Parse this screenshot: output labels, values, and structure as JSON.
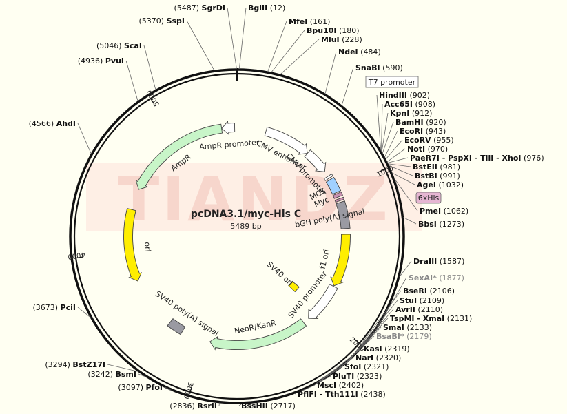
{
  "plasmid": {
    "name": "pcDNA3.1/myc-His C",
    "size_label": "5489 bp",
    "total_bp": 5489,
    "watermark": "TIANDZ"
  },
  "colors": {
    "green": "#c8f5c8",
    "yellow": "#ffee00",
    "white": "#ffffff",
    "gray": "#9a9aa2",
    "blue": "#a0d0ff",
    "pink": "#c890b0"
  },
  "ticks": [
    {
      "bp": 1000,
      "label": "1000"
    },
    {
      "bp": 2000,
      "label": "2000"
    },
    {
      "bp": 3000,
      "label": "3000"
    },
    {
      "bp": 4000,
      "label": "4000"
    },
    {
      "bp": 5000,
      "label": "5000"
    }
  ],
  "features": [
    {
      "id": "cmv-enhancer",
      "label": "CMV enhancer",
      "kind": "arrow",
      "start": 235,
      "end": 614,
      "strand": 1,
      "color": "white",
      "r": 158
    },
    {
      "id": "cmv-promoter",
      "label": "CMV promoter",
      "kind": "arrow",
      "start": 615,
      "end": 818,
      "strand": 1,
      "color": "white",
      "r": 158
    },
    {
      "id": "t7-promoter",
      "label": "T7 promoter",
      "kind": "box",
      "start": 863,
      "end": 881,
      "strand": 1,
      "color": "white",
      "r": 158
    },
    {
      "id": "mcs",
      "label": "MCS",
      "kind": "box",
      "start": 895,
      "end": 1010,
      "strand": 0,
      "color": "blue",
      "r": 158
    },
    {
      "id": "myc",
      "label": "Myc",
      "kind": "box",
      "start": 1020,
      "end": 1049,
      "strand": 1,
      "color": "pink",
      "r": 158
    },
    {
      "id": "his",
      "label": "6xHis",
      "kind": "box",
      "start": 1065,
      "end": 1082,
      "strand": 1,
      "color": "pink",
      "r": 158
    },
    {
      "id": "bgh",
      "label": "bGH poly(A) signal",
      "kind": "box",
      "start": 1095,
      "end": 1310,
      "strand": 0,
      "color": "gray",
      "r": 158
    },
    {
      "id": "f1-ori",
      "label": "f1 ori",
      "kind": "arrow",
      "start": 1356,
      "end": 1784,
      "strand": 1,
      "color": "yellow",
      "r": 158
    },
    {
      "id": "sv40-promoter",
      "label": "SV40 promoter",
      "kind": "arrow",
      "start": 1790,
      "end": 2119,
      "strand": 1,
      "color": "white",
      "r": 158
    },
    {
      "id": "sv40-ori",
      "label": "SV40 ori",
      "kind": "box",
      "start": 1970,
      "end": 2039,
      "strand": 0,
      "color": "yellow",
      "r": 110
    },
    {
      "id": "neor",
      "label": "NeoR/KanR",
      "kind": "arrow",
      "start": 2170,
      "end": 2964,
      "strand": 1,
      "color": "green",
      "r": 158
    },
    {
      "id": "sv40-polya",
      "label": "SV40 poly(A) signal",
      "kind": "box",
      "start": 3200,
      "end": 3322,
      "strand": 0,
      "color": "gray",
      "r": 158
    },
    {
      "id": "ori",
      "label": "ori",
      "kind": "arrow",
      "start": 3746,
      "end": 4334,
      "strand": -1,
      "color": "yellow",
      "r": 158
    },
    {
      "id": "ampr",
      "label": "AmpR",
      "kind": "arrow",
      "start": 4505,
      "end": 5365,
      "strand": -1,
      "color": "green",
      "r": 158
    },
    {
      "id": "ampr-promoter",
      "label": "AmpR promoter",
      "kind": "arrow",
      "start": 5366,
      "end": 5470,
      "strand": -1,
      "color": "white",
      "r": 158
    }
  ],
  "sites": [
    {
      "name": "SgrDI",
      "pos": "5487",
      "gray": false
    },
    {
      "name": "BglII",
      "pos": "12",
      "gray": false
    },
    {
      "name": "MfeI",
      "pos": "161",
      "gray": false
    },
    {
      "name": "Bpu10I",
      "pos": "180",
      "gray": false
    },
    {
      "name": "MluI",
      "pos": "228",
      "gray": false
    },
    {
      "name": "NdeI",
      "pos": "484",
      "gray": false
    },
    {
      "name": "SnaBI",
      "pos": "590",
      "gray": false
    },
    {
      "name": "HindIII",
      "pos": "902",
      "gray": false
    },
    {
      "name": "Acc65I",
      "pos": "908",
      "gray": false
    },
    {
      "name": "KpnI",
      "pos": "912",
      "gray": false
    },
    {
      "name": "BamHI",
      "pos": "920",
      "gray": false
    },
    {
      "name": "EcoRI",
      "pos": "943",
      "gray": false
    },
    {
      "name": "EcoRV",
      "pos": "955",
      "gray": false
    },
    {
      "name": "NotI",
      "pos": "970",
      "gray": false
    },
    {
      "name": "PaeR7I - PspXI - TliI - XhoI",
      "pos": "976",
      "gray": false
    },
    {
      "name": "BstEII",
      "pos": "981",
      "gray": false
    },
    {
      "name": "BstBI",
      "pos": "991",
      "gray": false
    },
    {
      "name": "AgeI",
      "pos": "1032",
      "gray": false
    },
    {
      "name": "PmeI",
      "pos": "1062",
      "gray": false
    },
    {
      "name": "BbsI",
      "pos": "1273",
      "gray": false
    },
    {
      "name": "DraIII",
      "pos": "1587",
      "gray": false
    },
    {
      "name": "SexAI*",
      "pos": "1877",
      "gray": true
    },
    {
      "name": "BseRI",
      "pos": "2106",
      "gray": false
    },
    {
      "name": "StuI",
      "pos": "2109",
      "gray": false
    },
    {
      "name": "AvrII",
      "pos": "2110",
      "gray": false
    },
    {
      "name": "TspMI - XmaI",
      "pos": "2131",
      "gray": false
    },
    {
      "name": "SmaI",
      "pos": "2133",
      "gray": false
    },
    {
      "name": "BsaBI*",
      "pos": "2179",
      "gray": true
    },
    {
      "name": "KasI",
      "pos": "2319",
      "gray": false
    },
    {
      "name": "NarI",
      "pos": "2320",
      "gray": false
    },
    {
      "name": "SfoI",
      "pos": "2321",
      "gray": false
    },
    {
      "name": "PluTI",
      "pos": "2323",
      "gray": false
    },
    {
      "name": "MscI",
      "pos": "2402",
      "gray": false
    },
    {
      "name": "PflFI - Tth111I",
      "pos": "2438",
      "gray": false
    },
    {
      "name": "BssHII",
      "pos": "2717",
      "gray": false
    },
    {
      "name": "RsrII",
      "pos": "2836",
      "gray": false
    },
    {
      "name": "PfoI",
      "pos": "3097",
      "gray": false
    },
    {
      "name": "BsmI",
      "pos": "3242",
      "gray": false
    },
    {
      "name": "BstZ17I",
      "pos": "3294",
      "gray": false
    },
    {
      "name": "PciI",
      "pos": "3673",
      "gray": false
    },
    {
      "name": "AhdI",
      "pos": "4566",
      "gray": false
    },
    {
      "name": "PvuI",
      "pos": "4936",
      "gray": false
    },
    {
      "name": "ScaI",
      "pos": "5046",
      "gray": false
    },
    {
      "name": "SspI",
      "pos": "5370",
      "gray": false
    }
  ]
}
